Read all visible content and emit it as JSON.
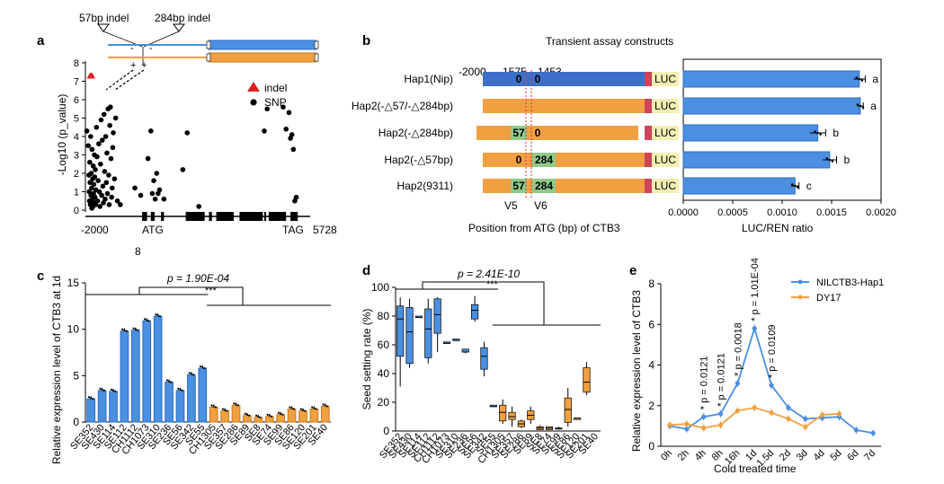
{
  "colors": {
    "blue": "#4a8fe0",
    "blue_dark": "#2f6bbf",
    "orange": "#f0a040",
    "orange_dark": "#c8781e",
    "green": "#8fca8a",
    "luc": "#f3efb4",
    "red_block": "#d0435a",
    "hap1_bar": "#3d6fc9"
  },
  "panel_a": {
    "letter": "a",
    "indel_labels": [
      "57bp indel",
      "284bp indel"
    ],
    "gene_marks_minus": [
      "-",
      "-"
    ],
    "gene_marks_plus": [
      "+",
      "+"
    ],
    "ylabel": "-Log10 (p_value)",
    "legend": [
      "indel",
      "SNP"
    ],
    "x_ticks": [
      "-2000",
      "ATG",
      "TAG",
      "5728"
    ],
    "below_label": "8",
    "chart_data": {
      "type": "scatter",
      "ylim": [
        0,
        8
      ],
      "y_ticks": [
        0,
        1,
        2,
        3,
        4,
        5,
        6,
        7,
        8
      ],
      "indel_points": [
        [
          -1830,
          7.3
        ],
        [
          -1780,
          7.3
        ]
      ],
      "snp_points": [
        [
          -1950,
          4.3
        ],
        [
          -1900,
          3.5
        ],
        [
          -1880,
          1.9
        ],
        [
          -1870,
          1.0
        ],
        [
          -1860,
          0.5
        ],
        [
          -1850,
          2.6
        ],
        [
          -1840,
          1.5
        ],
        [
          -1830,
          0.3
        ],
        [
          -1820,
          4.0
        ],
        [
          -1810,
          0.8
        ],
        [
          -1800,
          2.0
        ],
        [
          -1790,
          1.2
        ],
        [
          -1780,
          0.1
        ],
        [
          -1770,
          3.3
        ],
        [
          -1760,
          0.6
        ],
        [
          -1750,
          1.7
        ],
        [
          -1740,
          0.2
        ],
        [
          -1730,
          2.4
        ],
        [
          -1720,
          0.9
        ],
        [
          -1710,
          1.4
        ],
        [
          -1700,
          0.4
        ],
        [
          -1690,
          3.0
        ],
        [
          -1680,
          1.8
        ],
        [
          -1670,
          0.7
        ],
        [
          -1660,
          2.2
        ],
        [
          -1650,
          0.3
        ],
        [
          -1640,
          1.1
        ],
        [
          -1620,
          4.5
        ],
        [
          -1600,
          2.9
        ],
        [
          -1580,
          0.5
        ],
        [
          -1560,
          1.6
        ],
        [
          -1540,
          3.6
        ],
        [
          -1520,
          1.0
        ],
        [
          -1500,
          0.2
        ],
        [
          -1480,
          2.5
        ],
        [
          -1460,
          4.9
        ],
        [
          -1440,
          0.8
        ],
        [
          -1420,
          3.8
        ],
        [
          -1400,
          1.3
        ],
        [
          -1380,
          0.4
        ],
        [
          -1360,
          5.2
        ],
        [
          -1340,
          2.1
        ],
        [
          -1320,
          0.6
        ],
        [
          -1300,
          4.0
        ],
        [
          -1280,
          1.5
        ],
        [
          -1260,
          3.1
        ],
        [
          -1240,
          0.9
        ],
        [
          -1220,
          5.5
        ],
        [
          -1200,
          1.9
        ],
        [
          -1180,
          0.3
        ],
        [
          -1160,
          4.6
        ],
        [
          -1140,
          5.6
        ],
        [
          -1120,
          2.8
        ],
        [
          -1100,
          0.7
        ],
        [
          -1080,
          1.2
        ],
        [
          -1060,
          3.4
        ],
        [
          -1040,
          4.2
        ],
        [
          -1000,
          1.7
        ],
        [
          -960,
          5.0
        ],
        [
          -900,
          0.5
        ],
        [
          -800,
          0.3
        ],
        [
          -300,
          1.2
        ],
        [
          -100,
          0.8
        ],
        [
          150,
          2.8
        ],
        [
          250,
          4.3
        ],
        [
          300,
          0.9
        ],
        [
          350,
          1.6
        ],
        [
          400,
          0.6
        ],
        [
          450,
          2.0
        ],
        [
          500,
          0.9
        ],
        [
          550,
          1.1
        ],
        [
          700,
          0.6
        ],
        [
          1350,
          2.2
        ],
        [
          1500,
          4.2
        ],
        [
          1900,
          0.2
        ],
        [
          4150,
          4.3
        ],
        [
          4250,
          5.5
        ],
        [
          4800,
          5.6
        ],
        [
          4900,
          4.4
        ],
        [
          5000,
          5.3
        ],
        [
          5050,
          3.9
        ],
        [
          5100,
          4.1
        ],
        [
          5150,
          3.3
        ],
        [
          5200,
          0.5
        ],
        [
          5250,
          0.7
        ]
      ]
    }
  },
  "panel_b": {
    "letter": "b",
    "title": "Transient assay constructs",
    "rows": [
      "Hap1(Nip)",
      "Hap2(-△57/-△284bp)",
      "Hap2(-△284bp)",
      "Hap2(-△57bp)",
      "Hap2(9311)"
    ],
    "pos_labels": [
      "-2000",
      "-1575",
      "-1453"
    ],
    "v_labels": [
      "V5",
      "V6"
    ],
    "segments": [
      [
        "0",
        "0"
      ],
      [
        "",
        ""
      ],
      [
        "57",
        "0"
      ],
      [
        "0",
        "284"
      ],
      [
        "57",
        "284"
      ]
    ],
    "luc": "LUC",
    "xlabel": "Position from ATG (bp) of CTB3",
    "bar_xlabel": "LUC/REN ratio",
    "chart_data": {
      "type": "bar",
      "orientation": "horizontal",
      "categories": [
        "Hap1(Nip)",
        "Hap2(-△57/-△284bp)",
        "Hap2(-△284bp)",
        "Hap2(-△57bp)",
        "Hap2(9311)"
      ],
      "values": [
        0.00178,
        0.00179,
        0.00136,
        0.00148,
        0.00113
      ],
      "errors": [
        6e-05,
        3e-05,
        8e-05,
        7e-05,
        4e-05
      ],
      "letters": [
        "a",
        "a",
        "b",
        "b",
        "c"
      ],
      "xlim": [
        0,
        0.002
      ],
      "x_ticks": [
        "0.0000",
        "0.0005",
        "0.0010",
        "0.0015",
        "0.0020"
      ]
    }
  },
  "panel_c": {
    "letter": "c",
    "ylabel": "Relative expression level of CTB3 at 1d",
    "pvalue": "p = 1.90E-04",
    "stars": "***",
    "chart_data": {
      "type": "bar",
      "categories": [
        "SE352",
        "SE430",
        "SE114",
        "SE112",
        "CH1112",
        "CH1073",
        "SE310",
        "SE236",
        "SE56",
        "SE342",
        "SE55",
        "CH1305",
        "SE357",
        "SE286",
        "SE89",
        "SE8",
        "SE74",
        "SE99",
        "SE86",
        "SE120",
        "SE201",
        "SE40"
      ],
      "values": [
        2.5,
        3.4,
        3.3,
        9.8,
        9.9,
        10.9,
        11.4,
        4.3,
        3.4,
        5.1,
        5.8,
        1.6,
        1.2,
        1.8,
        0.7,
        0.5,
        0.6,
        0.8,
        1.4,
        1.2,
        1.4,
        1.7
      ],
      "group": [
        "blue",
        "blue",
        "blue",
        "blue",
        "blue",
        "blue",
        "blue",
        "blue",
        "blue",
        "blue",
        "blue",
        "orange",
        "orange",
        "orange",
        "orange",
        "orange",
        "orange",
        "orange",
        "orange",
        "orange",
        "orange",
        "orange"
      ],
      "ylim": [
        0,
        15
      ],
      "y_ticks": [
        0,
        5,
        10,
        15
      ]
    }
  },
  "panel_d": {
    "letter": "d",
    "ylabel": "Seed setting rate (%)",
    "pvalue": "p = 2.41E-10",
    "stars": "***",
    "chart_data": {
      "type": "box",
      "categories": [
        "SE352",
        "SE430",
        "SE114",
        "SE112",
        "CH1112",
        "CH1073",
        "SE310",
        "SE236",
        "SE56",
        "SE342",
        "SE55",
        "CH1305",
        "SE357",
        "SE286",
        "SE89",
        "SE8",
        "SE74",
        "SE99",
        "SE86",
        "SE120",
        "SE201",
        "SE40"
      ],
      "group": [
        "blue",
        "blue",
        "blue",
        "blue",
        "blue",
        "blue",
        "blue",
        "blue",
        "blue",
        "blue",
        "blue",
        "orange",
        "orange",
        "orange",
        "orange",
        "orange",
        "orange",
        "orange",
        "orange",
        "orange",
        "orange",
        "orange"
      ],
      "boxes": [
        [
          31,
          52,
          78,
          87,
          93
        ],
        [
          44,
          47,
          69,
          86,
          92
        ],
        [
          79,
          79,
          79,
          80,
          80
        ],
        [
          47,
          51,
          71,
          85,
          92
        ],
        [
          55,
          68,
          81,
          92,
          93
        ],
        [
          61,
          61,
          61,
          62,
          62
        ],
        [
          63,
          63,
          63,
          64,
          64
        ],
        [
          54,
          55,
          55,
          57,
          57
        ],
        [
          76,
          78,
          84,
          88,
          94
        ],
        [
          38,
          43,
          52,
          58,
          62
        ],
        [
          17,
          17,
          17,
          18,
          18
        ],
        [
          5,
          7,
          13,
          18,
          22
        ],
        [
          3,
          8,
          10,
          13,
          17
        ],
        [
          2,
          3,
          5,
          7,
          8
        ],
        [
          5,
          8,
          11,
          14,
          17
        ],
        [
          1,
          1,
          2,
          3,
          4
        ],
        [
          1,
          1,
          2,
          3,
          3
        ],
        [
          1,
          2,
          2,
          2,
          3
        ],
        [
          3,
          6,
          15,
          23,
          30
        ],
        [
          8,
          8,
          9,
          9,
          9
        ],
        [
          25,
          27,
          34,
          44,
          48
        ]
      ],
      "ylim": [
        0,
        100
      ],
      "y_ticks": [
        0,
        20,
        40,
        60,
        80,
        100
      ]
    }
  },
  "panel_e": {
    "letter": "e",
    "ylabel": "Relative expression level of CTB3",
    "xlabel": "Cold treated time",
    "legend": [
      "NILCTB3-Hap1",
      "DY17"
    ],
    "pvals": [
      "p = 0.0121",
      "p = 0.0121",
      "p = 0.0018",
      "p = 1.01E-04",
      "p = 0.0109"
    ],
    "chart_data": {
      "type": "line",
      "x": [
        "0h",
        "2h",
        "4h",
        "8h",
        "16h",
        "1d",
        "1.5d",
        "2d",
        "3d",
        "4d",
        "5d",
        "6d",
        "7d"
      ],
      "series": [
        {
          "name": "NILCTB3-Hap1",
          "values": [
            1.0,
            0.85,
            1.45,
            1.6,
            3.1,
            5.8,
            3.0,
            1.9,
            1.35,
            1.4,
            1.45,
            0.8,
            0.65
          ]
        },
        {
          "name": "DY17",
          "values": [
            1.05,
            1.1,
            0.9,
            1.05,
            1.75,
            1.9,
            1.65,
            1.35,
            0.95,
            1.55,
            1.6,
            null,
            null
          ]
        }
      ],
      "ylim": [
        0,
        8
      ],
      "y_ticks": [
        0,
        2,
        4,
        6,
        8
      ]
    }
  }
}
